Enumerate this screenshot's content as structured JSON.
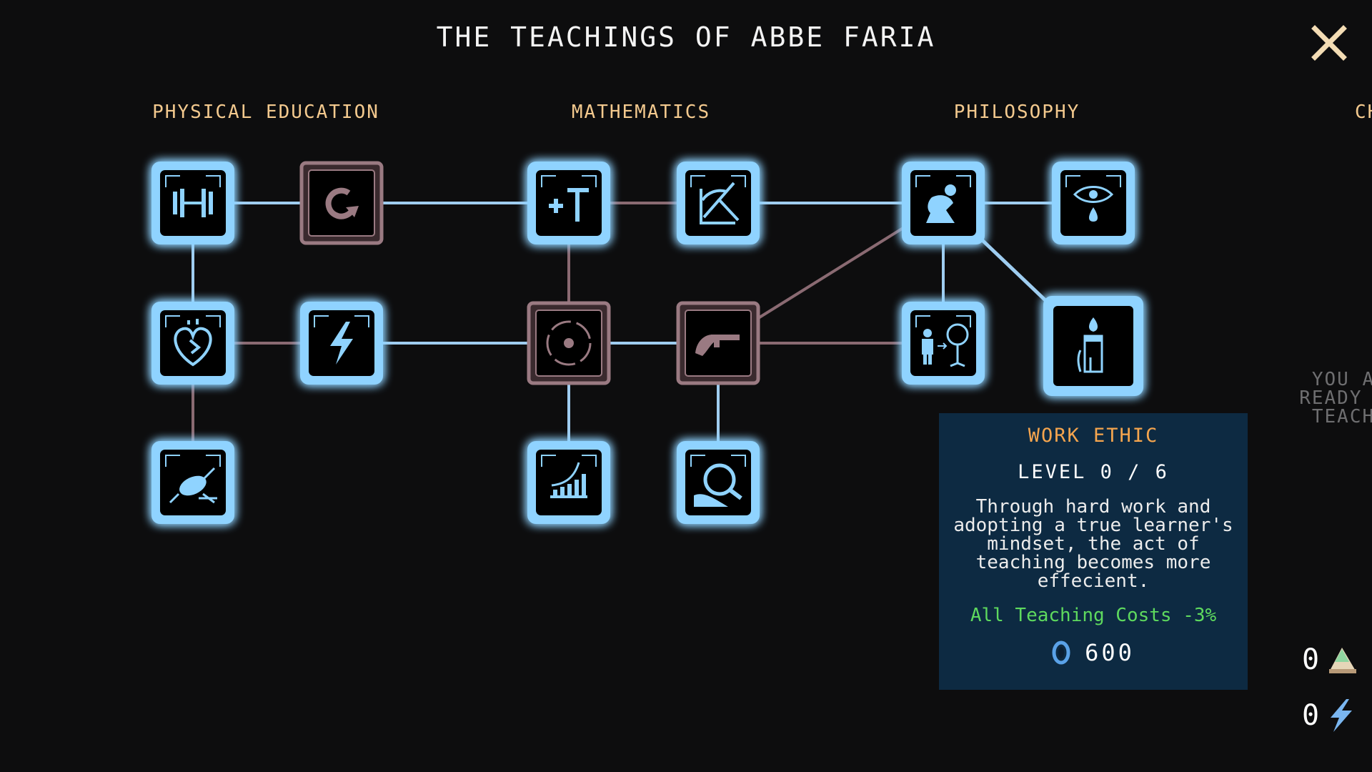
{
  "window": {
    "title": "THE TEACHINGS OF ABBE FARIA"
  },
  "categories": [
    {
      "label": "PHYSICAL EDUCATION"
    },
    {
      "label": "MATHEMATICS"
    },
    {
      "label": "PHILOSOPHY"
    },
    {
      "label": "CHEI"
    }
  ],
  "nodes": [
    {
      "id": "strength",
      "icon": "dumbbell-icon",
      "state": "available"
    },
    {
      "id": "recovery",
      "icon": "rotate-arrow-icon",
      "state": "locked"
    },
    {
      "id": "heart",
      "icon": "heart-icon",
      "state": "available"
    },
    {
      "id": "energy",
      "icon": "lightning-icon",
      "state": "available"
    },
    {
      "id": "agility",
      "icon": "rat-icon",
      "state": "available"
    },
    {
      "id": "arithmetic",
      "icon": "plus-minus-icon",
      "state": "available"
    },
    {
      "id": "geometry",
      "icon": "compass-icon",
      "state": "available"
    },
    {
      "id": "target",
      "icon": "target-icon",
      "state": "locked"
    },
    {
      "id": "ballistics",
      "icon": "pistol-icon",
      "state": "locked"
    },
    {
      "id": "growth",
      "icon": "bar-chart-icon",
      "state": "available"
    },
    {
      "id": "investigation",
      "icon": "magnifier-icon",
      "state": "available"
    },
    {
      "id": "thinker",
      "icon": "thinker-icon",
      "state": "available"
    },
    {
      "id": "insight",
      "icon": "eye-tear-icon",
      "state": "available"
    },
    {
      "id": "mentorship",
      "icon": "person-tree-icon",
      "state": "available"
    },
    {
      "id": "work-ethic",
      "icon": "candle-icon",
      "state": "selected"
    }
  ],
  "side_message": "YOU A\nREADY T\nTEACH",
  "tooltip": {
    "name": "WORK ETHIC",
    "level": "LEVEL 0 / 6",
    "description": "Through hard work and adopting a true learner's mindset, the act of teaching becomes more effecient.",
    "effect": "All Teaching Costs -3%",
    "cost_icon": "gem-icon",
    "cost": "600"
  },
  "resources": [
    {
      "icon": "cake-icon",
      "value": "0"
    },
    {
      "icon": "lightning-icon",
      "value": "0"
    }
  ],
  "colors": {
    "background": "#0d0d0e",
    "unlocked_link": "#9fcdf0",
    "locked_link": "#8a6a72",
    "node_glow": "#8fd3ff",
    "locked_border": "#9a7a82",
    "title_gold": "#f3c98e",
    "tooltip_bg": "#0d2a42",
    "tooltip_name": "#f5a54e",
    "effect_green": "#5ed95e"
  }
}
